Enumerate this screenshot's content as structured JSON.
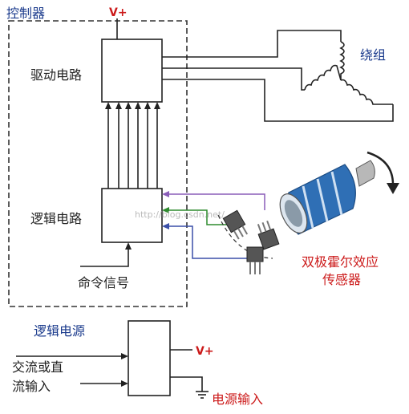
{
  "labels": {
    "controller": "控制器",
    "v_plus_top": "V+",
    "drive_circuit": "驱动电路",
    "winding": "绕组",
    "logic_circuit": "逻辑电路",
    "command_signal": "命令信号",
    "hall_sensor_line1": "双极霍尔效应",
    "hall_sensor_line2": "传感器",
    "logic_power": "逻辑电源",
    "ac_dc_line1": "交流或直",
    "ac_dc_line2": "流输入",
    "v_plus_bottom": "V+",
    "power_input": "电源输入",
    "watermark": "http://blog.csdn.net/"
  },
  "colors": {
    "blue_text": "#1a3a8c",
    "red_text": "#cc1a1a",
    "line": "#222222",
    "dashed_box": "#333333",
    "purple_signal": "#8a5db8",
    "green_signal": "#2e8b2e",
    "blue_signal": "#3a4fa8",
    "rotor_blue": "#2f6fb5"
  },
  "icons": [
    "motor-rotor-icon",
    "hall-sensor-icon",
    "ground-icon",
    "rotation-arrow-icon"
  ]
}
